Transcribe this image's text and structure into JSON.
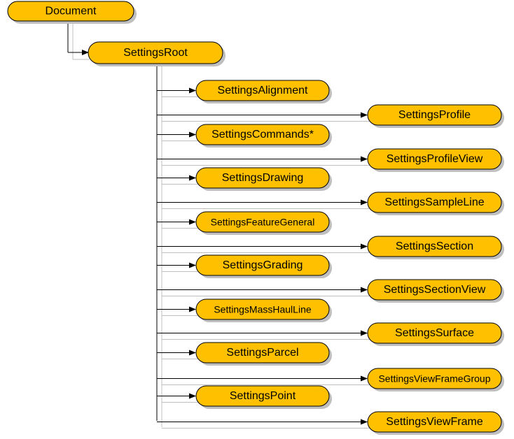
{
  "colors": {
    "node_fill": "#FFC000",
    "node_stroke": "#000000",
    "shadow": "#BFBFBF",
    "connector": "#000000",
    "connector_shadow": "#BFBFBF"
  },
  "diagram": {
    "root": {
      "label": "Document"
    },
    "settings_root": {
      "label": "SettingsRoot"
    },
    "children": [
      {
        "label": "SettingsAlignment"
      },
      {
        "label": "SettingsProfile"
      },
      {
        "label": "SettingsCommands*"
      },
      {
        "label": "SettingsProfileView"
      },
      {
        "label": "SettingsDrawing"
      },
      {
        "label": "SettingsSampleLine"
      },
      {
        "label": "SettingsFeatureGeneral"
      },
      {
        "label": "SettingsSection"
      },
      {
        "label": "SettingsGrading"
      },
      {
        "label": "SettingsSectionView"
      },
      {
        "label": "SettingsMassHaulLine"
      },
      {
        "label": "SettingsSurface"
      },
      {
        "label": "SettingsParcel"
      },
      {
        "label": "SettingsViewFrameGroup"
      },
      {
        "label": "SettingsPoint"
      },
      {
        "label": "SettingsViewFrame"
      }
    ]
  }
}
